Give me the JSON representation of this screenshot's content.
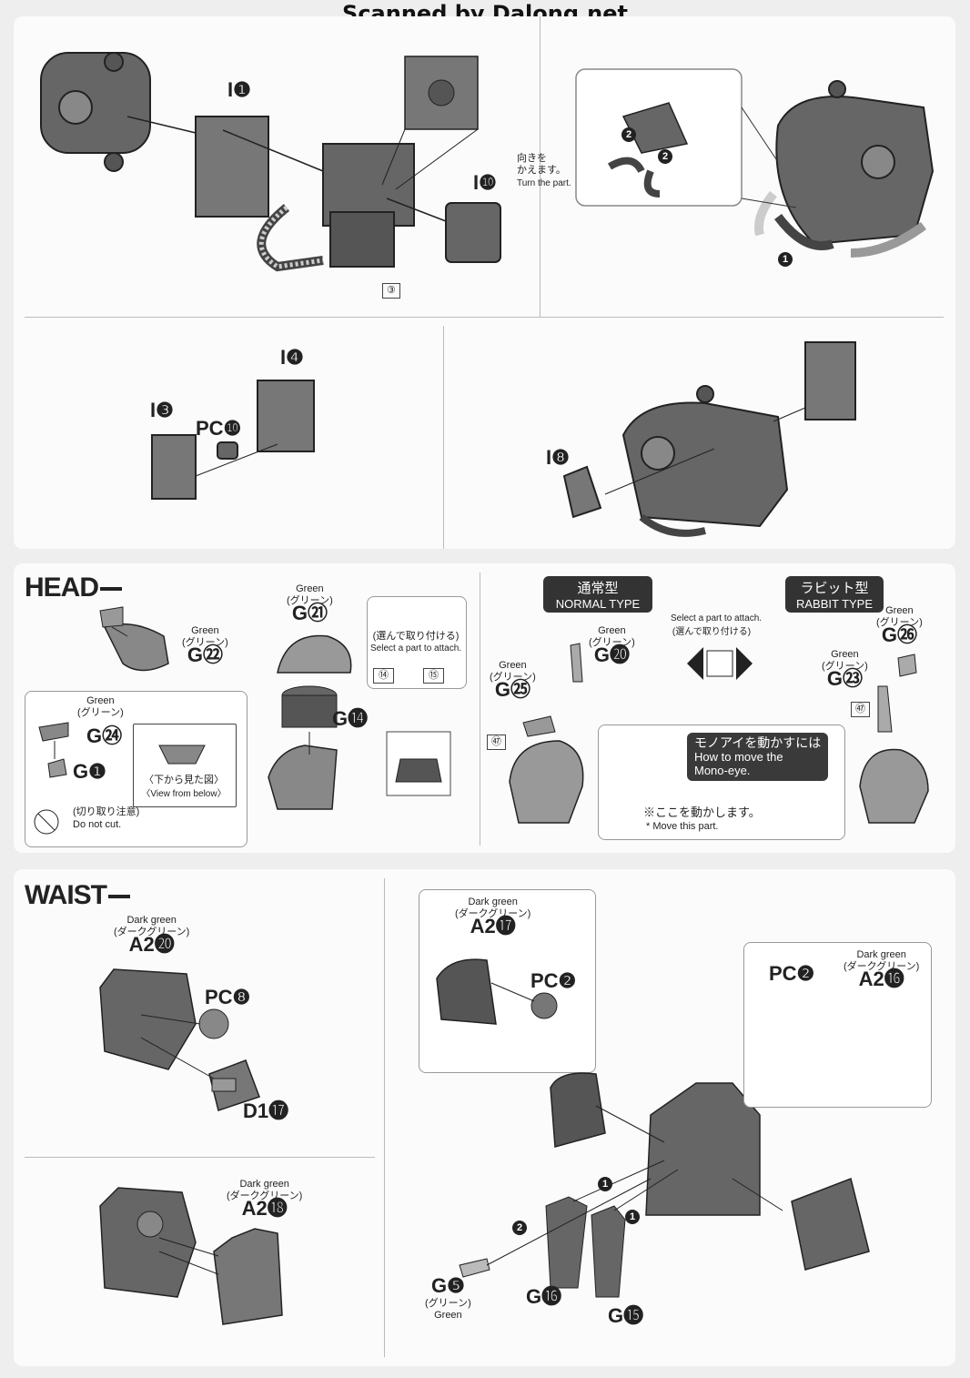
{
  "scanner_credit": "Scanned by Dalong.net",
  "step1": {
    "left_parts": {
      "i1": "I❶",
      "i10": "I❿",
      "turn_jp": "向きを\nかえます。",
      "turn_en": "Turn the part.",
      "tag": "③"
    },
    "right_parts": {
      "n1": "1",
      "n2a": "2",
      "n2b": "2"
    }
  },
  "step2": {
    "left_parts": {
      "i3": "I❸",
      "i4": "I❹",
      "pc10": "PC❿"
    },
    "right_parts": {
      "i8": "I❽"
    }
  },
  "head": {
    "title": "HEAD",
    "g22": {
      "color": "Green",
      "jp": "(グリーン)",
      "id": "G㉒"
    },
    "g24": {
      "color": "Green",
      "jp": "(グリーン)",
      "id": "G㉔"
    },
    "g1": "G❶",
    "do_not_cut_jp": "(切り取り注意)",
    "do_not_cut_en": "Do not cut.",
    "view_below_jp": "〈下から見た図〉",
    "view_below_en": "〈View from below〉",
    "g21": {
      "color": "Green",
      "jp": "(グリーン)",
      "id": "G㉑"
    },
    "g14": "G⓮",
    "select_jp": "(選んで取り付ける)",
    "select_en": "Select a part to attach.",
    "opt14": "⑭",
    "opt15": "⑮",
    "normal_jp": "通常型",
    "normal_en": "NORMAL TYPE",
    "rabbit_jp": "ラビット型",
    "rabbit_en": "RABBIT TYPE",
    "select2_en": "Select a part to attach.",
    "select2_jp": "(選んで取り付ける)",
    "g20": {
      "color": "Green",
      "jp": "(グリーン)",
      "id": "G⓴"
    },
    "g25": {
      "color": "Green",
      "jp": "(グリーン)",
      "id": "G㉕"
    },
    "g26": {
      "color": "Green",
      "jp": "(グリーン)",
      "id": "G㉖"
    },
    "g23": {
      "color": "Green",
      "jp": "(グリーン)",
      "id": "G㉓"
    },
    "tag47a": "㊼",
    "tag47b": "㊼",
    "monoeye_jp": "モノアイを動かすには",
    "monoeye_en1": "How to move the",
    "monoeye_en2": "Mono-eye.",
    "move_jp": "※ここを動かします。",
    "move_en": "* Move this part."
  },
  "waist": {
    "title": "WAIST",
    "a220": {
      "color": "Dark green",
      "jp": "(ダークグリーン)",
      "id": "A2⓴"
    },
    "pc8": "PC❽",
    "d117": "D1⓱",
    "a218": {
      "color": "Dark green",
      "jp": "(ダークグリーン)",
      "id": "A2⓲"
    },
    "a217": {
      "color": "Dark green",
      "jp": "(ダークグリーン)",
      "id": "A2⓱"
    },
    "pc2a": "PC❷",
    "pc2b": "PC❷",
    "a216": {
      "color": "Dark green",
      "jp": "(ダークグリーン)",
      "id": "A2⓰"
    },
    "g5": {
      "id": "G❺",
      "jp": "(グリーン)",
      "color": "Green"
    },
    "g16": "G⓰",
    "g15": "G⓯"
  }
}
